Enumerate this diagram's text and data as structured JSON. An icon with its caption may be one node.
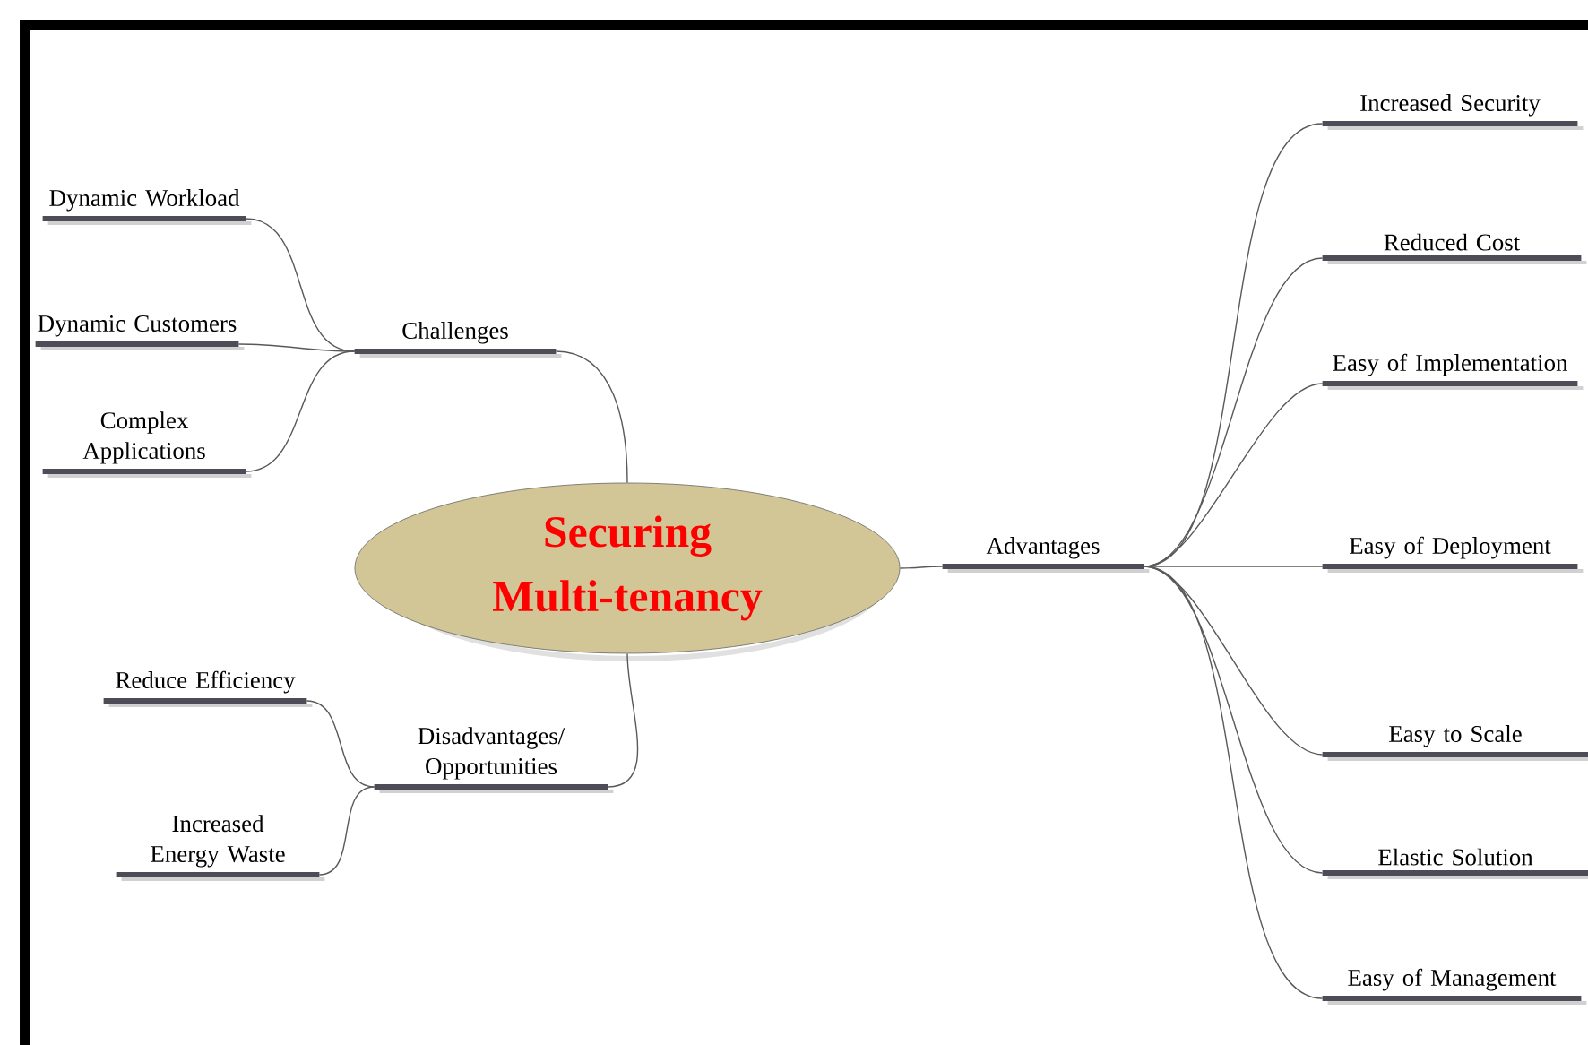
{
  "diagram": {
    "nodes": [
      {
        "text": [
          "Securing Multi-tenancy"
        ]
      },
      {
        "text": [
          "Challenges"
        ]
      },
      {
        "text": [
          "Dynamic Workload"
        ]
      },
      {
        "text": [
          "Dynamic Customers"
        ]
      },
      {
        "text": [
          "Complex Applications"
        ]
      },
      {
        "text": [
          "Disadvantages/ Opportunities"
        ]
      },
      {
        "text": [
          "Reduce Efficiency"
        ]
      },
      {
        "text": [
          "Increased Energy Waste"
        ]
      },
      {
        "text": [
          "Advantages"
        ]
      },
      {
        "text": [
          "Increased Security"
        ]
      },
      {
        "text": [
          "Reduced Cost"
        ]
      },
      {
        "text": [
          "Easy of Implementation"
        ]
      },
      {
        "text": [
          "Easy of Deployment"
        ]
      },
      {
        "text": [
          "Easy to Scale"
        ]
      },
      {
        "text": [
          "Elastic Solution"
        ]
      },
      {
        "text": [
          "Easy of Management"
        ]
      }
    ],
    "edges": [
      {
        "from": 0,
        "to": 1,
        "arrow": "none"
      },
      {
        "from": 1,
        "to": 2,
        "arrow": "none"
      },
      {
        "from": 1,
        "to": 3,
        "arrow": "none"
      },
      {
        "from": 1,
        "to": 4,
        "arrow": "none"
      },
      {
        "from": 0,
        "to": 5,
        "arrow": "none"
      },
      {
        "from": 5,
        "to": 6,
        "arrow": "none"
      },
      {
        "from": 5,
        "to": 7,
        "arrow": "none"
      },
      {
        "from": 0,
        "to": 8,
        "arrow": "none"
      },
      {
        "from": 8,
        "to": 9,
        "arrow": "none"
      },
      {
        "from": 8,
        "to": 10,
        "arrow": "none"
      },
      {
        "from": 8,
        "to": 11,
        "arrow": "none"
      },
      {
        "from": 8,
        "to": 12,
        "arrow": "none"
      },
      {
        "from": 8,
        "to": 13,
        "arrow": "none"
      },
      {
        "from": 8,
        "to": 14,
        "arrow": "none"
      },
      {
        "from": 8,
        "to": 15,
        "arrow": "none"
      }
    ]
  }
}
